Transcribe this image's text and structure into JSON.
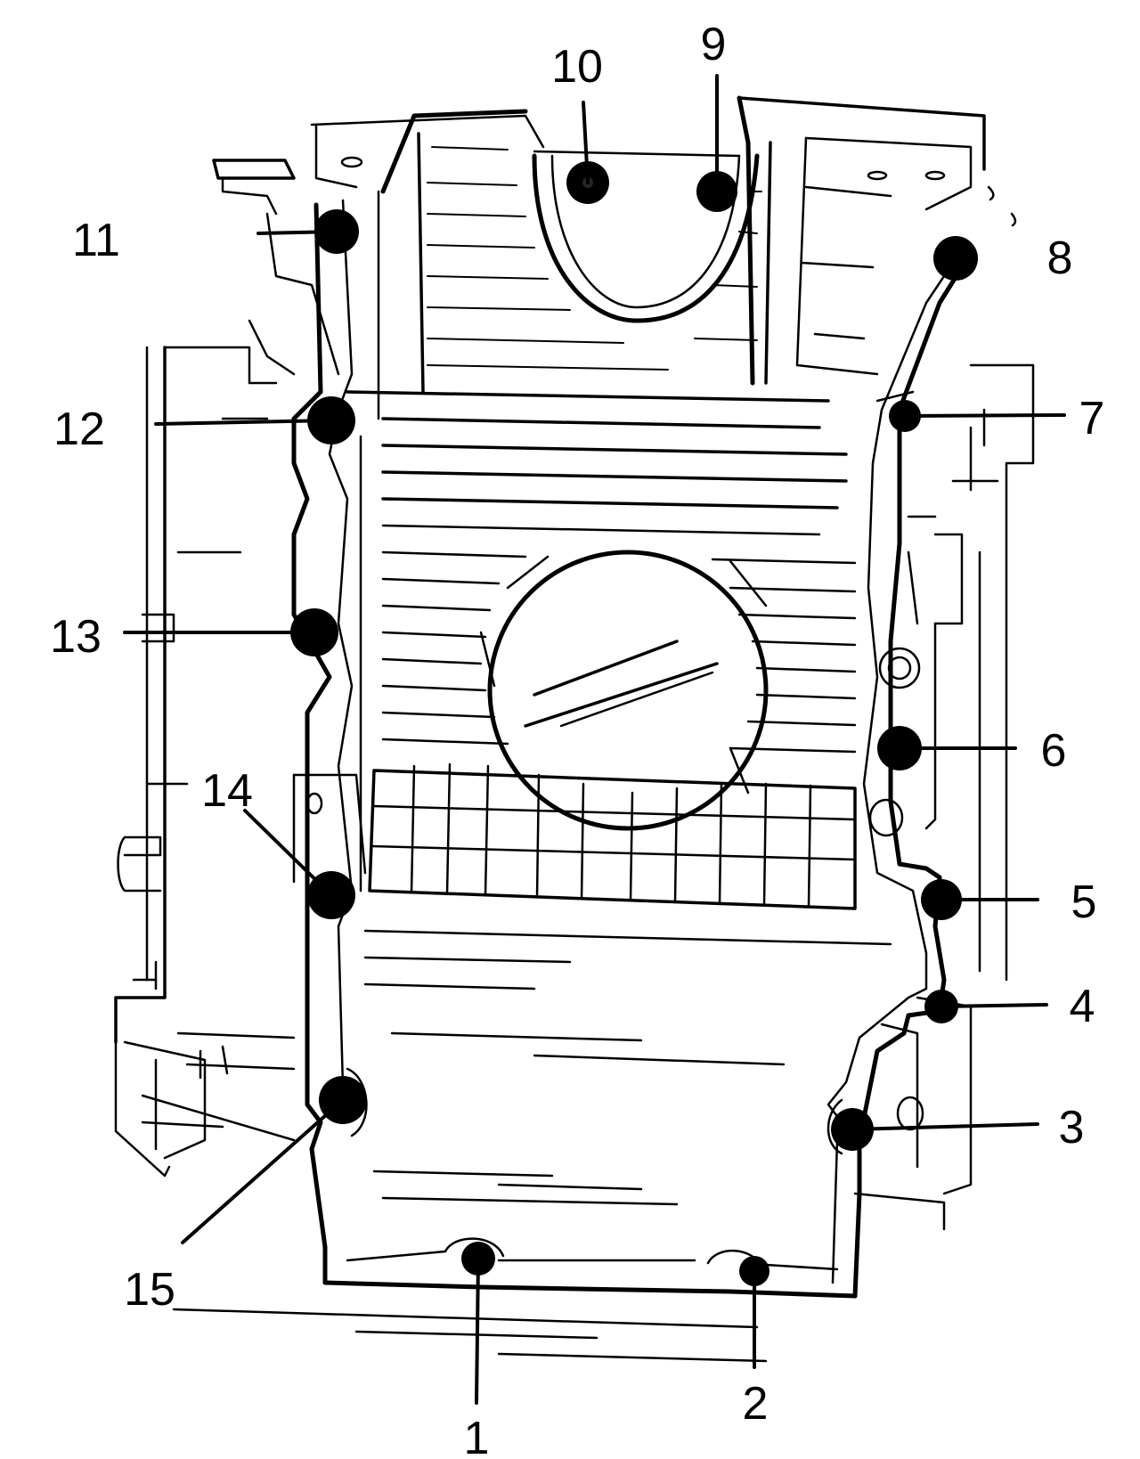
{
  "diagram": {
    "subject": "oil-pan-bolt-tightening-sequence",
    "colors": {
      "ink": "#000000",
      "paper": "#ffffff"
    },
    "callouts": [
      {
        "id": 1,
        "label": "1"
      },
      {
        "id": 2,
        "label": "2"
      },
      {
        "id": 3,
        "label": "3"
      },
      {
        "id": 4,
        "label": "4"
      },
      {
        "id": 5,
        "label": "5"
      },
      {
        "id": 6,
        "label": "6"
      },
      {
        "id": 7,
        "label": "7"
      },
      {
        "id": 8,
        "label": "8"
      },
      {
        "id": 9,
        "label": "9"
      },
      {
        "id": 10,
        "label": "10"
      },
      {
        "id": 11,
        "label": "11"
      },
      {
        "id": 12,
        "label": "12"
      },
      {
        "id": 13,
        "label": "13"
      },
      {
        "id": 14,
        "label": "14"
      },
      {
        "id": 15,
        "label": "15"
      }
    ]
  }
}
